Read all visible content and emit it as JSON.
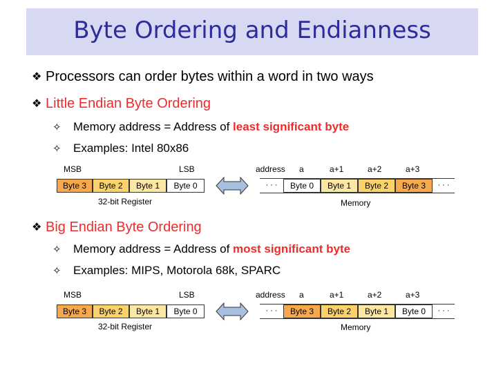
{
  "title": "Byte Ordering and Endianness",
  "intro": "Processors can order bytes within a word in two ways",
  "little": {
    "heading": "Little Endian Byte Ordering",
    "line1_prefix": "Memory address = Address of ",
    "line1_highlight": "least significant  byte",
    "line2": "Examples: Intel 80x86",
    "register": {
      "msb": "MSB",
      "lsb": "LSB",
      "cells": [
        "Byte 3",
        "Byte 2",
        "Byte 1",
        "Byte 0"
      ],
      "caption": "32-bit Register"
    },
    "memory": {
      "addresses": [
        "address",
        "a",
        "a+1",
        "a+2",
        "a+3"
      ],
      "cells": [
        "· · ·",
        "Byte 0",
        "Byte 1",
        "Byte 2",
        "Byte 3",
        "· · ·"
      ],
      "caption": "Memory"
    }
  },
  "big": {
    "heading": "Big Endian Byte Ordering",
    "line1_prefix": "Memory address = Address of ",
    "line1_highlight": "most significant byte",
    "line2": "Examples: MIPS, Motorola 68k, SPARC",
    "register": {
      "msb": "MSB",
      "lsb": "LSB",
      "cells": [
        "Byte 3",
        "Byte 2",
        "Byte 1",
        "Byte 0"
      ],
      "caption": "32-bit Register"
    },
    "memory": {
      "addresses": [
        "address",
        "a",
        "a+1",
        "a+2",
        "a+3"
      ],
      "cells": [
        "· · ·",
        "Byte 3",
        "Byte 2",
        "Byte 1",
        "Byte 0",
        "· · ·"
      ],
      "caption": "Memory"
    }
  },
  "colors": {
    "title": "#2c2c9a",
    "title_band": "#d6d9f1",
    "accent_red": "#ec2c2c",
    "byte3": "#f6a84a",
    "byte2": "#fbd26a",
    "byte1": "#fbe7a1",
    "byte0": "#ffffff",
    "arrow_fill": "#a8bfe0"
  }
}
